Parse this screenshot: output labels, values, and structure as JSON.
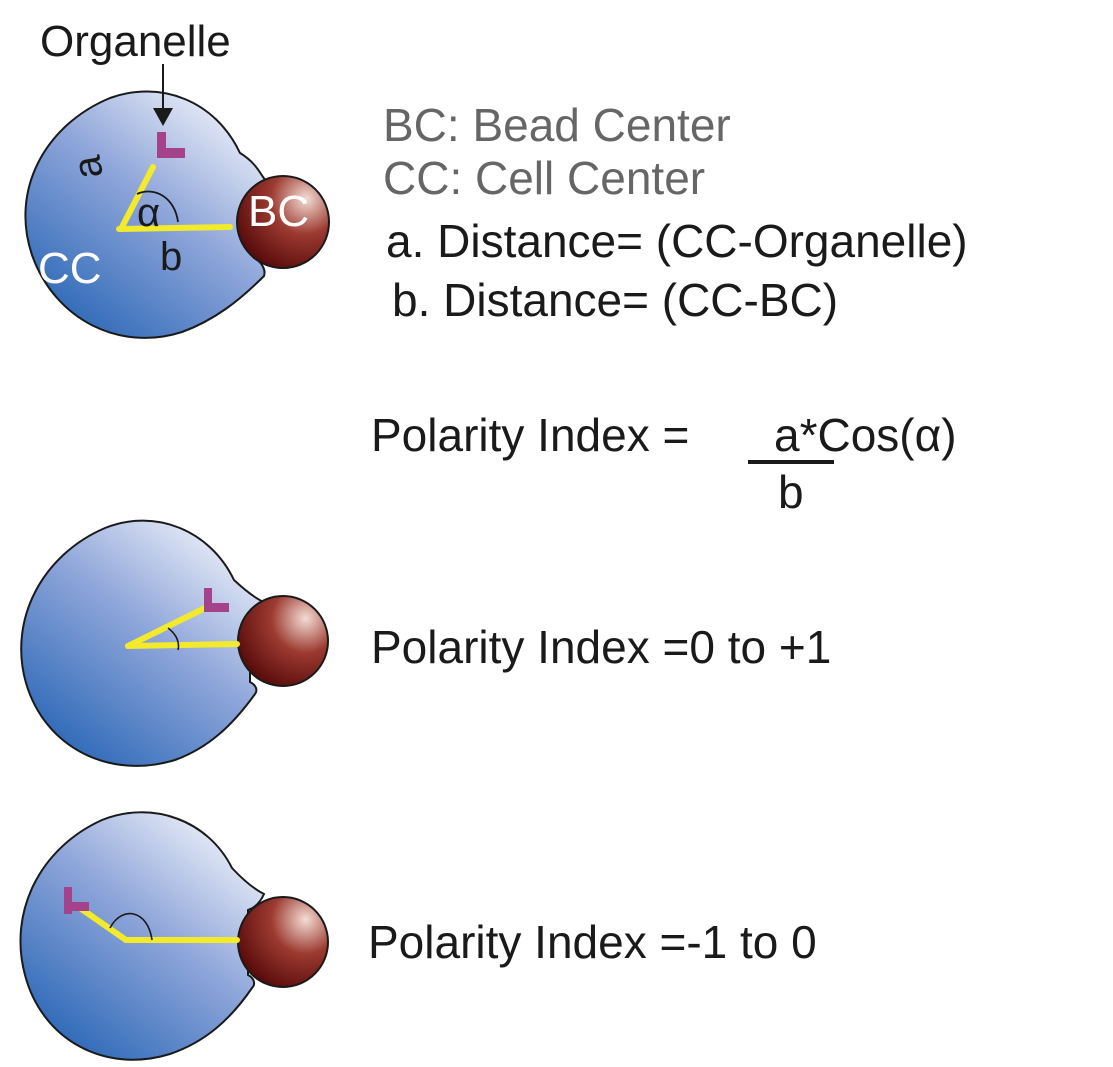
{
  "labels": {
    "organelle": "Organelle",
    "bc": "BC",
    "cc": "CC",
    "a": "a",
    "b": "b",
    "alpha": "α"
  },
  "legend": {
    "line1": "BC: Bead Center",
    "line2": "CC: Cell Center",
    "line3": "a. Distance= (CC-Organelle)",
    "line4": "b. Distance= (CC-BC)"
  },
  "formula": {
    "prefix": "Polarity Index = ",
    "numerator": "a*Cos(α)",
    "denominator": "b"
  },
  "cases": [
    {
      "text": "Polarity Index =0 to +1"
    },
    {
      "text": "Polarity Index =-1 to 0"
    }
  ],
  "colors": {
    "cell_light": "#e8ecf7",
    "cell_dark": "#2a68b8",
    "bead_light": "#f0d8d0",
    "bead_dark": "#5e0d0d",
    "line": "#f2ea2a",
    "organelle": "#a4428c",
    "legend_gray": "#666666",
    "text": "#1a1a1a"
  }
}
